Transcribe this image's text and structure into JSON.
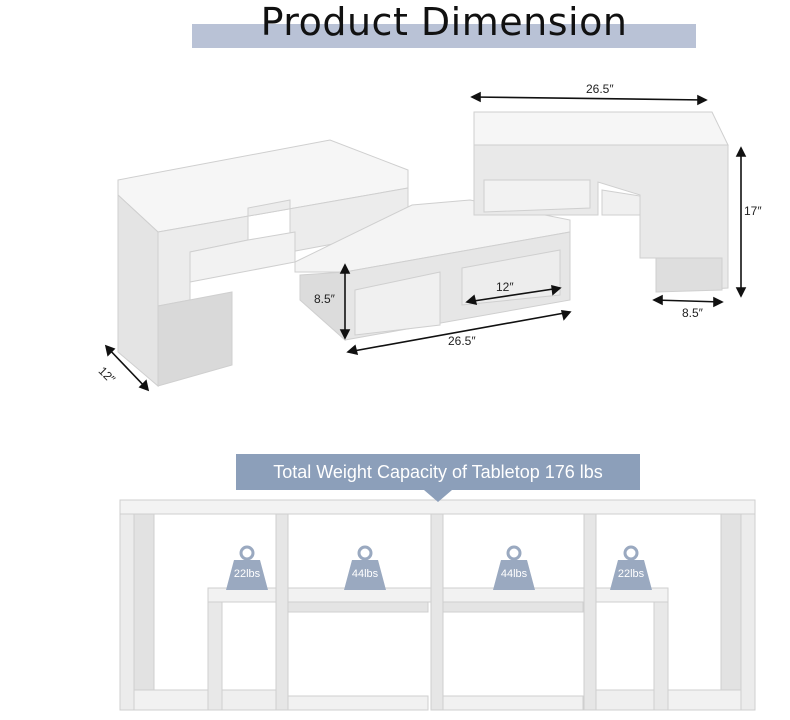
{
  "title": "Product Dimension",
  "dimensions": {
    "top_width": "26.5″",
    "height": "17″",
    "depth_right": "8.5″",
    "left_height": "8.5″",
    "inner_depth": "12″",
    "bottom_width": "26.5″",
    "side_depth": "12″"
  },
  "capacity_banner": "Total Weight Capacity of  Tabletop 176 lbs",
  "weights": [
    {
      "label": "22lbs"
    },
    {
      "label": "44lbs"
    },
    {
      "label": "44lbs"
    },
    {
      "label": "22lbs"
    }
  ],
  "colors": {
    "banner": "#8c9fba",
    "title_bar": "#b9c2d6",
    "weight": "#9aa9c0"
  }
}
